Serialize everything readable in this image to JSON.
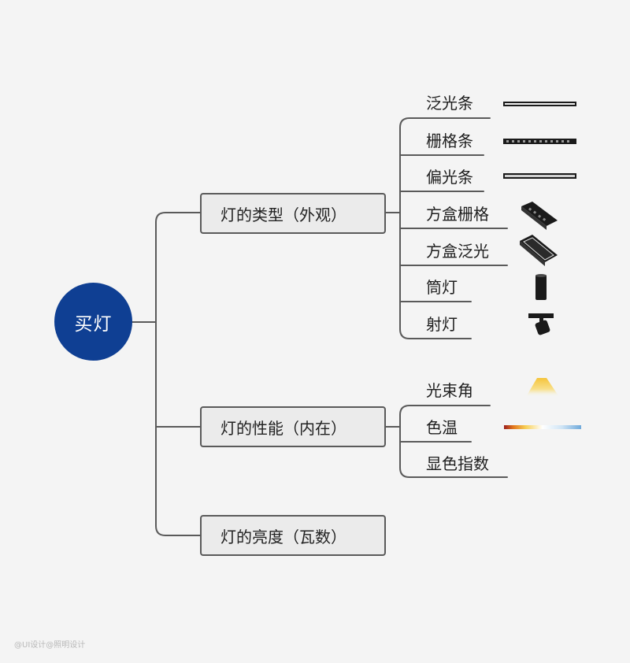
{
  "root": {
    "label": "买灯"
  },
  "categories": [
    {
      "label": "灯的类型（外观）",
      "items": [
        {
          "label": "泛光条",
          "icon": "flood-light-strip-icon"
        },
        {
          "label": "栅格条",
          "icon": "grille-light-strip-icon"
        },
        {
          "label": "偏光条",
          "icon": "polarized-light-strip-icon"
        },
        {
          "label": "方盒栅格",
          "icon": "square-box-grille-icon"
        },
        {
          "label": "方盒泛光",
          "icon": "square-box-flood-icon"
        },
        {
          "label": "筒灯",
          "icon": "downlight-icon"
        },
        {
          "label": "射灯",
          "icon": "spotlight-icon"
        }
      ]
    },
    {
      "label": "灯的性能（内在）",
      "items": [
        {
          "label": "光束角",
          "icon": "beam-angle-icon"
        },
        {
          "label": "色温",
          "icon": "color-temperature-gradient-icon"
        },
        {
          "label": "显色指数",
          "icon": ""
        }
      ]
    },
    {
      "label": "灯的亮度（瓦数）",
      "items": []
    }
  ],
  "watermark": "@UI设计@照明设计",
  "colors": {
    "root_fill": "#0f3f93",
    "connector": "#5a5a5a",
    "box_fill": "#ebebeb",
    "warm_light": "#f3c13a",
    "cool_light": "#7fb3e0"
  }
}
